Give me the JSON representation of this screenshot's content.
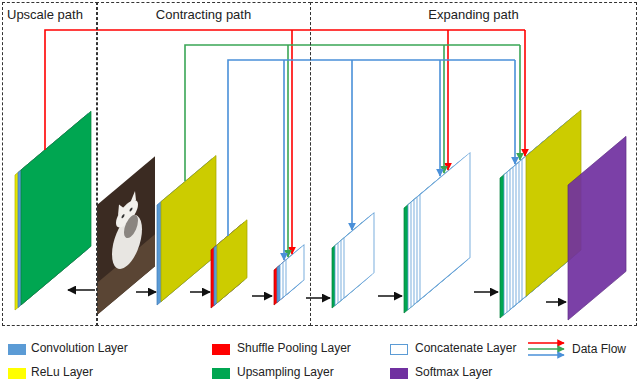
{
  "diagram": {
    "nodes": [
      {
        "text": [
          "Upscale path"
        ]
      },
      {
        "text": [
          "Contracting path"
        ]
      },
      {
        "text": [
          "Expanding path"
        ]
      }
    ],
    "legend": [
      {
        "text": "Convolution Layer",
        "color": "#5b9bd5"
      },
      {
        "text": "Shuffle Pooling Layer",
        "color": "#ff0000"
      },
      {
        "text": "Concatenate Layer"
      },
      {
        "text": "Data Flow"
      },
      {
        "text": "ReLu Layer",
        "color": "#ffff00"
      },
      {
        "text": "Upsampling Layer",
        "color": "#00a651"
      },
      {
        "text": "Softmax Layer",
        "color": "#7030a0"
      }
    ]
  }
}
